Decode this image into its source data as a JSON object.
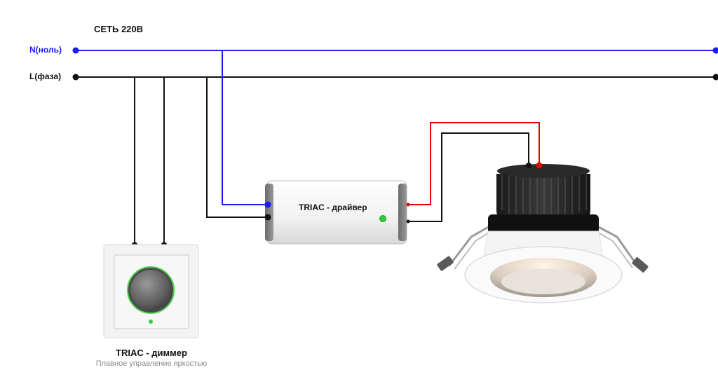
{
  "diagram": {
    "title": "СЕТЬ 220В",
    "neutral_label": "N(ноль)",
    "phase_label": "L(фаза)",
    "driver_label": "TRIAC - драйвер",
    "dimmer_title": "TRIAC - диммер",
    "dimmer_subtitle": "Плавное управление яркостью"
  },
  "colors": {
    "neutral_wire": "#1a1aff",
    "phase_wire": "#111111",
    "led_positive": "#e60000",
    "indicator_led": "#2ecc40"
  }
}
